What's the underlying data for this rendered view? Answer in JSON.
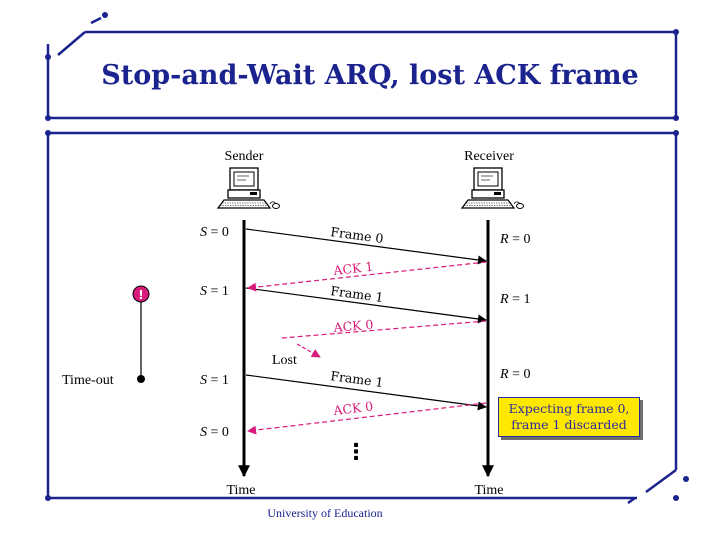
{
  "slide": {
    "title": "Stop-and-Wait ARQ, lost ACK frame",
    "footer": "University of Education",
    "colors": {
      "frame": "#1a238e",
      "ack": "#d81b7a",
      "note_bg": "#ffe800",
      "note_text": "#2a2aa0"
    }
  },
  "diagram": {
    "sender_label": "Sender",
    "receiver_label": "Receiver",
    "sender_time": "Time",
    "receiver_time": "Time",
    "sender_icon": "computer-icon",
    "receiver_icon": "computer-icon",
    "timer_icon": "timer-start-icon",
    "timer_mark": "!",
    "timeout_label": "Time-out",
    "lost_label": "Lost",
    "sender_states": [
      {
        "var": "S",
        "value": "0"
      },
      {
        "var": "S",
        "value": "1"
      },
      {
        "var": "S",
        "value": "1"
      },
      {
        "var": "S",
        "value": "0"
      }
    ],
    "receiver_states": [
      {
        "var": "R",
        "value": "0"
      },
      {
        "var": "R",
        "value": "1"
      },
      {
        "var": "R",
        "value": "0"
      }
    ],
    "messages": [
      {
        "label": "Frame 0",
        "kind": "frame"
      },
      {
        "label": "ACK 1",
        "kind": "ack"
      },
      {
        "label": "Frame 1",
        "kind": "frame"
      },
      {
        "label": "ACK 0",
        "kind": "ack"
      },
      {
        "label": "Frame 1",
        "kind": "frame"
      },
      {
        "label": "ACK 0",
        "kind": "ack"
      }
    ],
    "note_line1": "Expecting frame 0,",
    "note_line2": "frame 1 discarded",
    "continuation": "⋮"
  }
}
